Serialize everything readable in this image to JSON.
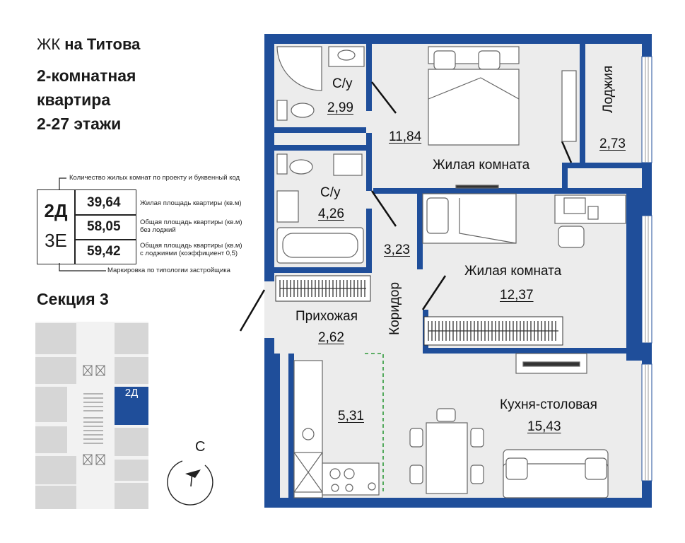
{
  "header": {
    "complex_prefix": "ЖК",
    "complex_name": "на Титова",
    "line1": "2-комнатная",
    "line2": "квартира",
    "line3": "2-27 этажи"
  },
  "legend": {
    "code_letter": "2Д",
    "code_type": "3Е",
    "top_note": "Количество жилых комнат по проекту и буквенный код",
    "bottom_note": "Маркировка по типологии застройщика",
    "rows": [
      {
        "value": "39,64",
        "desc1": "Жилая площадь квартиры (кв.м)",
        "desc2": ""
      },
      {
        "value": "58,05",
        "desc1": "Общая площадь квартиры (кв.м)",
        "desc2": "без лоджий"
      },
      {
        "value": "59,42",
        "desc1": "Общая площадь квартиры (кв.м)",
        "desc2": "с лоджиями (коэффициент 0,5)"
      }
    ]
  },
  "section": {
    "title": "Секция 3",
    "unit_label": "2Д",
    "colors": {
      "unit": "#1f4e9a",
      "block": "#d9d9d9"
    }
  },
  "compass": {
    "label": "С"
  },
  "plan": {
    "colors": {
      "wall": "#1f4e9a",
      "floor": "#ececec",
      "furniture": "#666666"
    },
    "rooms": [
      {
        "name": "С/у",
        "area": "2,99"
      },
      {
        "name": "",
        "area": "11,84"
      },
      {
        "name": "Жилая комната",
        "area": ""
      },
      {
        "name": "Лоджия",
        "area": "2,73"
      },
      {
        "name": "С/у",
        "area": "4,26"
      },
      {
        "name": "",
        "area": "3,23"
      },
      {
        "name": "Коридор",
        "area": ""
      },
      {
        "name": "Жилая комната",
        "area": "12,37"
      },
      {
        "name": "Прихожая",
        "area": "2,62"
      },
      {
        "name": "",
        "area": "5,31"
      },
      {
        "name": "Кухня-столовая",
        "area": "15,43"
      }
    ]
  }
}
